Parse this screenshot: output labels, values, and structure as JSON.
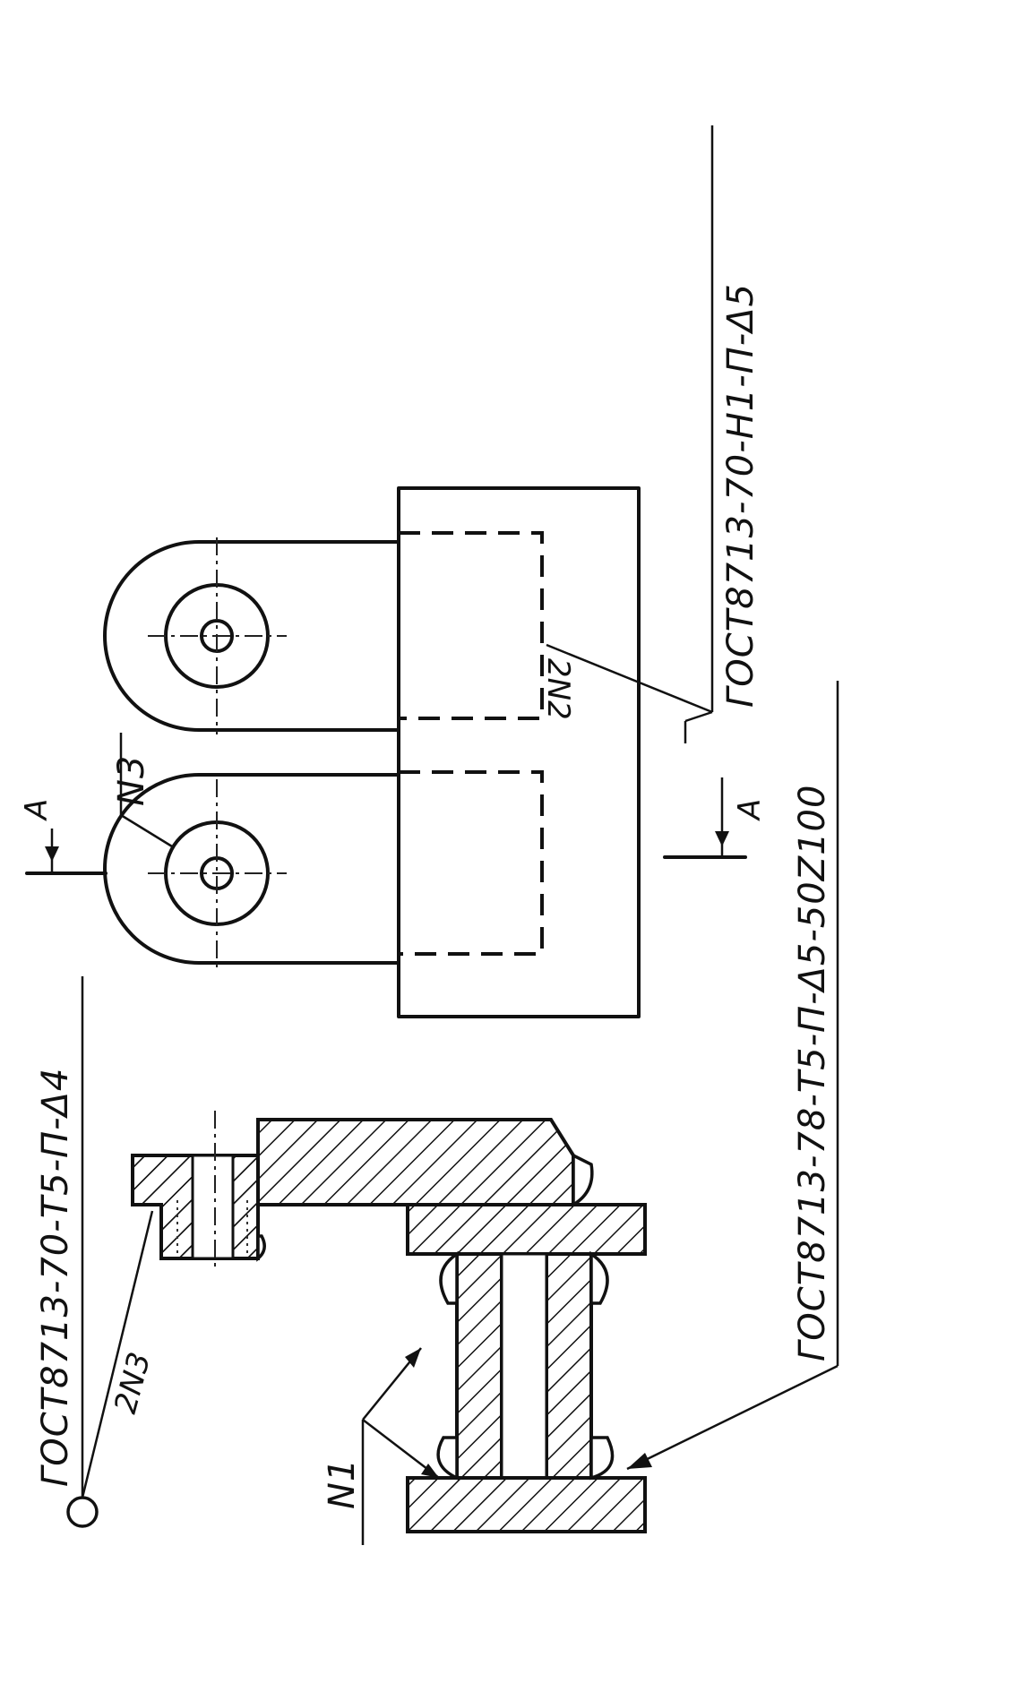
{
  "labels": {
    "weld_left_spec": "ГОСТ8713-70-Т5-П-Δ4",
    "weld_left_joint": "2N3",
    "weld_n1": "N1",
    "weld_bottom_spec": "ГОСТ8713-78-Т5-П-Δ5-50Z100",
    "weld_n3": "N3",
    "section_mark_top": "А",
    "section_mark_bottom": "А",
    "weld_right_joint": "2N2",
    "weld_right_spec": "ГОСТ8713-70-Н1-П-Δ5"
  }
}
